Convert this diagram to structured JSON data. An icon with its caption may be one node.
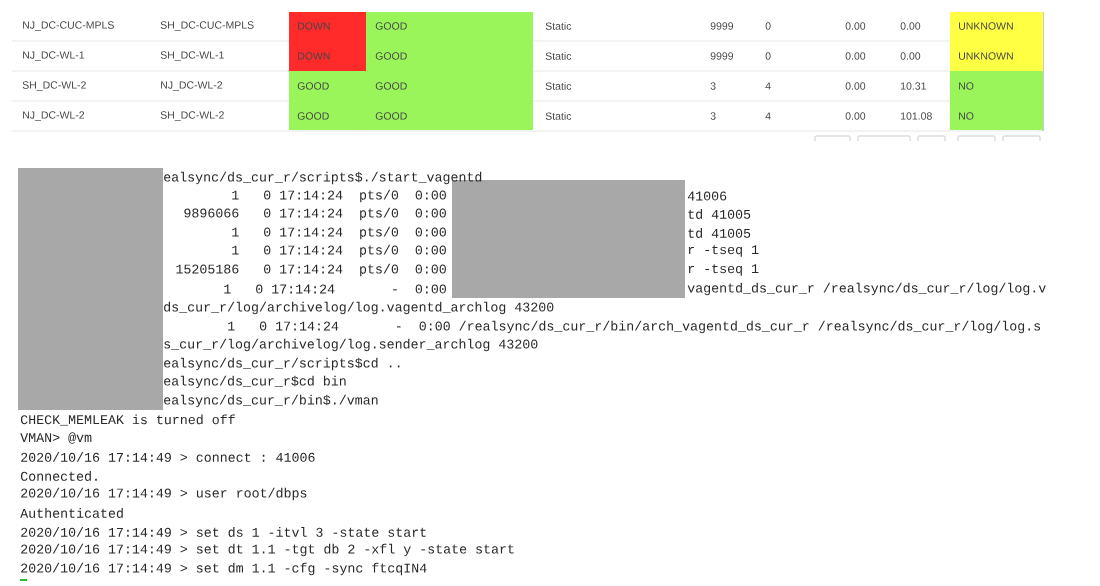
{
  "diagram": {
    "labels": [
      "NJ_DC-CUC-MPLS",
      "SH_DC-CUC-MPLS",
      "DOWN",
      "GOOD",
      "Static",
      "9999",
      "0",
      "0.00",
      "0.00",
      "UNKNOWN",
      "NJ_DC-WL-1",
      "SH_DC-WL-1",
      "DOWN",
      "GOOD",
      "Static",
      "9999",
      "0",
      "0.00",
      "0.00",
      "UNKNOWN",
      "SH_DC-WL-2",
      "NJ_DC-WL-2",
      "GOOD",
      "GOOD",
      "Static",
      "3",
      "4",
      "0.00",
      "10.31",
      "NO",
      "NJ_DC-WL-2",
      "SH_DC-WL-2",
      "GOOD",
      "GOOD",
      "Static",
      "3",
      "4",
      "0.00",
      "101.08",
      "NO",
      "ealsync/ds_cur_r/scripts$./start_vagentd",
      "1   0 17:14:24  pts/0  0:00",
      "41006",
      "9896066   0 17:14:24  pts/0  0:00",
      "td 41005",
      "1   0 17:14:24  pts/0  0:00",
      "td 41005",
      "1   0 17:14:24  pts/0  0:00",
      "r -tseq 1",
      "15205186   0 17:14:24  pts/0  0:00",
      "r -tseq 1",
      "1   0 17:14:24       -  0:00",
      "vagentd_ds_cur_r /realsync/ds_cur_r/log/log.v",
      "ds_cur_r/log/archivelog/log.vagentd_archlog 43200",
      "1   0 17:14:24       -  0:00 /realsync/ds_cur_r/bin/arch_vagentd_ds_cur_r /realsync/ds_cur_r/log/log.s",
      "s_cur_r/log/archivelog/log.sender_archlog 43200",
      "ealsync/ds_cur_r/scripts$cd ..",
      "ealsync/ds_cur_r$cd bin",
      "ealsync/ds_cur_r/bin$./vman",
      "CHECK_MEMLEAK is turned off",
      "VMAN> @vm",
      "2020/10/16 17:14:49 > connect : 41006",
      "Connected.",
      "2020/10/16 17:14:49 > user root/dbps",
      "Authenticated",
      "2020/10/16 17:14:49 > set ds 1 -itvl 3 -state start",
      "2020/10/16 17:14:49 > set dt 1.1 -tgt db 2 -xfl y -state start",
      "2020/10/16 17:14:49 > set dm 1.1 -cfg -sync ftcqIN4"
    ]
  }
}
